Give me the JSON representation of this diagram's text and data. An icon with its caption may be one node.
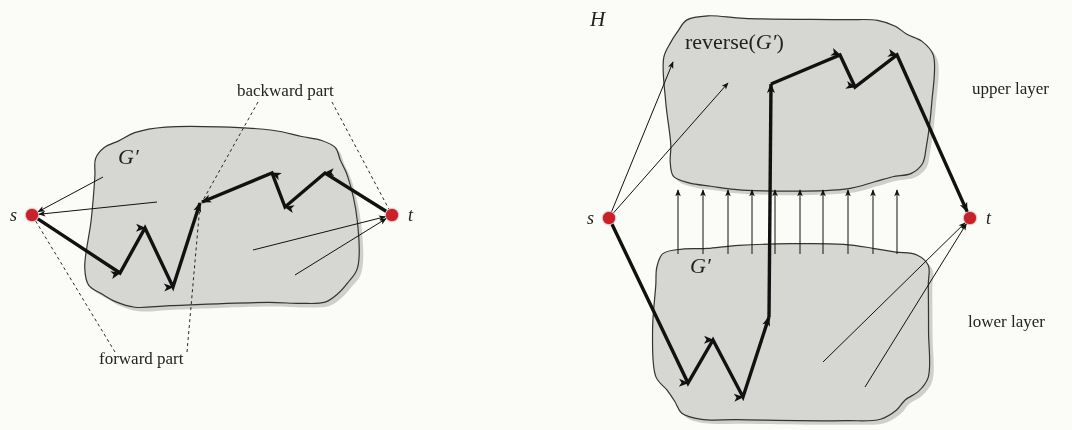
{
  "diagram": {
    "nodes": [
      {
        "text": [
          "G′"
        ]
      },
      {
        "text": [],
        "shape": "circle",
        "beside": [
          "s"
        ]
      },
      {
        "text": [],
        "shape": "circle",
        "beside": [
          "t"
        ]
      },
      {
        "text": [
          "backward part"
        ]
      },
      {
        "text": [
          "forward part"
        ]
      },
      {
        "text": [
          "reverse(*G′*)"
        ]
      },
      {
        "text": [
          "G′"
        ]
      },
      {
        "text": [],
        "shape": "circle",
        "beside": [
          "s"
        ]
      },
      {
        "text": [],
        "shape": "circle",
        "beside": [
          "t"
        ]
      }
    ],
    "edges": [
      {
        "from": 0,
        "to": 1,
        "arrow": "to"
      },
      {
        "from": 0,
        "to": 1,
        "arrow": "to"
      },
      {
        "from": 0,
        "to": 2,
        "arrow": "to"
      },
      {
        "from": 0,
        "to": 2,
        "arrow": "to"
      },
      {
        "from": 1,
        "to": 0,
        "arrow": "to",
        "style": "thick"
      },
      {
        "from": 2,
        "to": 0,
        "arrow": "to",
        "style": "thick"
      },
      {
        "from": 3,
        "to": 0,
        "arrow": "none",
        "style": "dashed"
      },
      {
        "from": 3,
        "to": 2,
        "arrow": "none",
        "style": "dashed"
      },
      {
        "from": 4,
        "to": 1,
        "arrow": "none",
        "style": "dashed"
      },
      {
        "from": 4,
        "to": 0,
        "arrow": "none",
        "style": "dashed"
      },
      {
        "from": 7,
        "to": 5,
        "arrow": "to"
      },
      {
        "from": 7,
        "to": 5,
        "arrow": "to"
      },
      {
        "from": 7,
        "to": 6,
        "arrow": "to",
        "style": "thick"
      },
      {
        "from": 6,
        "to": 5,
        "arrow": "to",
        "style": "thick"
      },
      {
        "from": 5,
        "to": 8,
        "arrow": "to",
        "style": "thick"
      },
      {
        "from": 6,
        "to": 5,
        "arrow": "to"
      },
      {
        "from": 6,
        "to": 5,
        "arrow": "to"
      },
      {
        "from": 6,
        "to": 5,
        "arrow": "to"
      },
      {
        "from": 6,
        "to": 5,
        "arrow": "to"
      },
      {
        "from": 6,
        "to": 5,
        "arrow": "to"
      },
      {
        "from": 6,
        "to": 5,
        "arrow": "to"
      },
      {
        "from": 6,
        "to": 5,
        "arrow": "to"
      },
      {
        "from": 6,
        "to": 5,
        "arrow": "to"
      },
      {
        "from": 6,
        "to": 5,
        "arrow": "to"
      },
      {
        "from": 6,
        "to": 5,
        "arrow": "to"
      },
      {
        "from": 6,
        "to": 8,
        "arrow": "to"
      },
      {
        "from": 6,
        "to": 8,
        "arrow": "to"
      }
    ],
    "labels": [
      "H",
      "upper layer",
      "lower layer"
    ]
  }
}
